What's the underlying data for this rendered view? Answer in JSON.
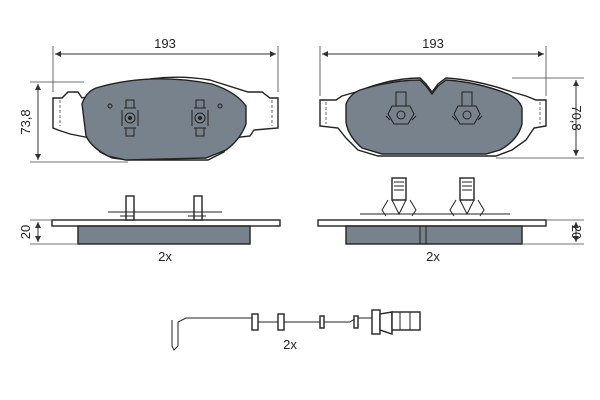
{
  "labels": {
    "left_width": "193",
    "right_width": "193",
    "left_height": "73,8",
    "right_height": "70,8",
    "left_thickness": "20",
    "right_thickness": "20",
    "left_quantity": "2x",
    "right_quantity": "2x",
    "sensor_quantity": "2x"
  },
  "colors": {
    "pad_fill": "#78828c",
    "line": "#222222",
    "background": "#ffffff"
  }
}
